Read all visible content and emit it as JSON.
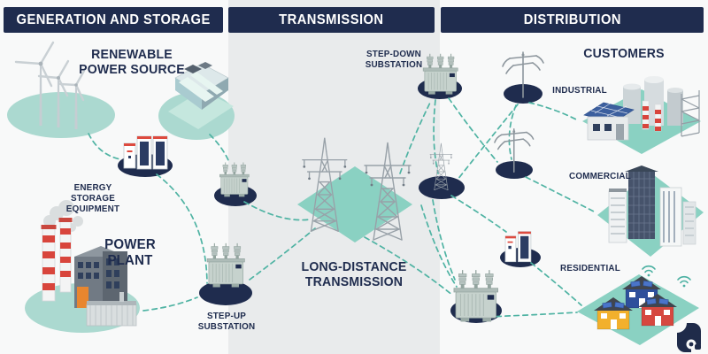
{
  "header": {
    "generation": "GENERATION AND STORAGE",
    "transmission": "TRANSMISSION",
    "distribution": "DISTRIBUTION"
  },
  "generation": {
    "renewable_label": "RENEWABLE POWER SOURCE",
    "storage_label": "ENERGY STORAGE EQUIPMENT",
    "power_plant_label": "POWER PLANT",
    "step_up_label": "STEP-UP SUBSTATION"
  },
  "transmission": {
    "step_down_label": "STEP-DOWN SUBSTATION",
    "long_distance_label": "LONG-DISTANCE TRANSMISSION"
  },
  "distribution": {
    "customers_label": "CUSTOMERS",
    "industrial_label": "INDUSTRIAL",
    "commercial_label": "COMMERCIAL",
    "residential_label": "RESIDENTIAL"
  },
  "icons": {
    "wind": "wind-turbines-icon",
    "hydro": "hydro-dam-icon",
    "storage": "energy-storage-icon",
    "plant": "power-plant-icon",
    "step_up": "step-up-substation-icon",
    "mid_transformer": "substation-transformer-icon",
    "towers": "transmission-towers-icon",
    "step_down": "step-down-substation-icon",
    "pole": "utility-pole-icon",
    "dist_tower": "distribution-tower-icon",
    "battery": "battery-storage-icon",
    "dist_transformer": "distribution-transformer-icon",
    "industrial": "industrial-customer-icon",
    "commercial": "commercial-customer-icon",
    "residential": "residential-customer-icon",
    "logo": "evernote-elephant-logo"
  },
  "colors": {
    "navy": "#1f2c4e",
    "dashed_teal": "#4fb3a3",
    "platform_teal": "#8ad1c2",
    "ellipse_teal": "#abd9d0",
    "band_gray": "#e9ebec",
    "background": "#f8f9f9",
    "accent_red": "#d8453c",
    "accent_orange": "#e8862f",
    "accent_yellow": "#f2b02c",
    "accent_blue": "#2e4f9b"
  }
}
